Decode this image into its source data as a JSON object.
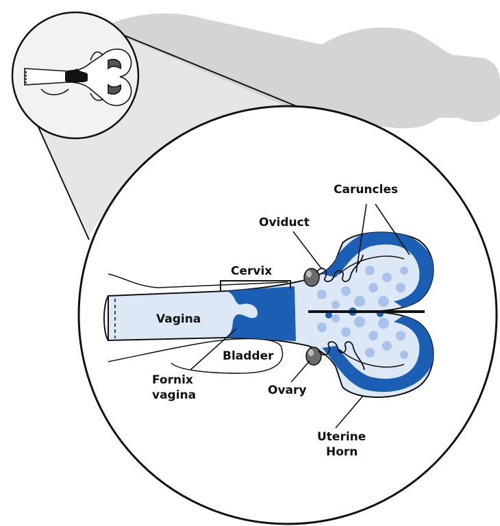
{
  "labels": {
    "caruncles": "Caruncles",
    "oviduct": "Oviduct",
    "cervix": "Cervix",
    "vagina": "Vagina",
    "bladder": "Bladder",
    "fornix_line1": "Fornix",
    "fornix_line2": "vagina",
    "ovary": "Ovary",
    "uterine_line1": "Uterine",
    "uterine_line2": "Horn"
  },
  "colors": {
    "tissue_blue": "#1a5fb4",
    "light_blue": "#dde8f7",
    "spot_blue": "#a9c2ea",
    "cow_silhouette": "#d4d4d4",
    "zoom_cone": "#e6e6e6",
    "outline": "#111111"
  }
}
